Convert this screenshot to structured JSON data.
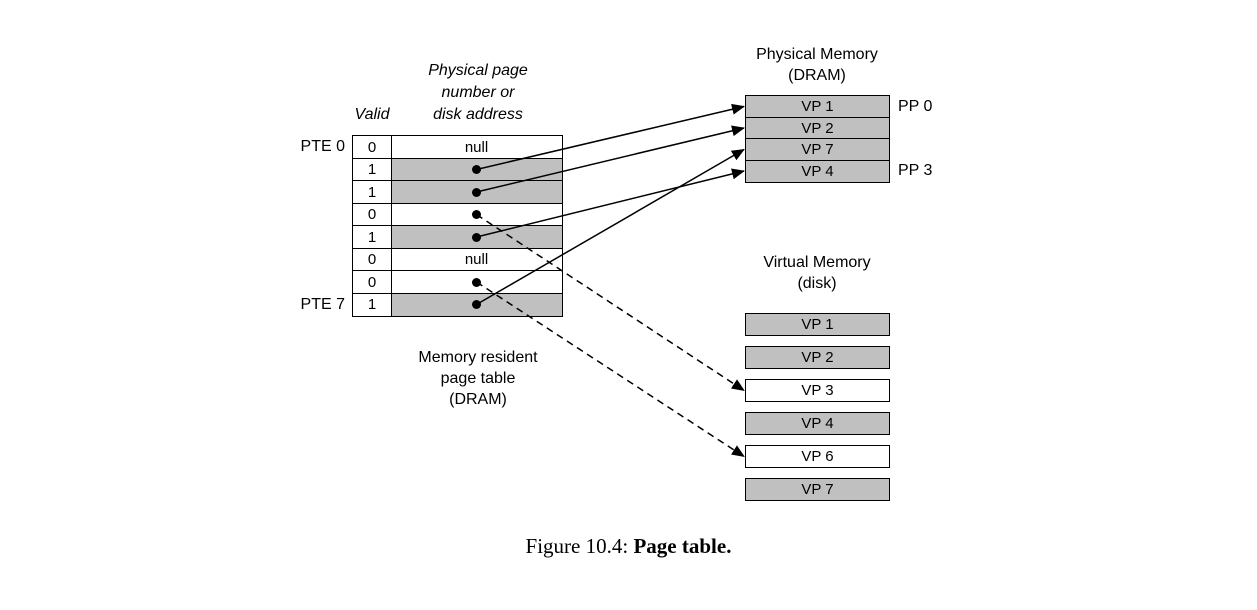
{
  "figure": {
    "caption_prefix": "Figure 10.4: ",
    "caption_title": "Page table."
  },
  "page_table": {
    "valid_header": "Valid",
    "column_header_lines": [
      "Physical page",
      "number or",
      "disk address"
    ],
    "caption_lines": [
      "Memory resident",
      "page table",
      "(DRAM)"
    ],
    "rows": [
      {
        "label": "PTE 0",
        "valid": "0",
        "content": "null",
        "shaded": false,
        "dot": false
      },
      {
        "label": "",
        "valid": "1",
        "content": "",
        "shaded": true,
        "dot": true
      },
      {
        "label": "",
        "valid": "1",
        "content": "",
        "shaded": true,
        "dot": true
      },
      {
        "label": "",
        "valid": "0",
        "content": "",
        "shaded": false,
        "dot": true
      },
      {
        "label": "",
        "valid": "1",
        "content": "",
        "shaded": true,
        "dot": true
      },
      {
        "label": "",
        "valid": "0",
        "content": "null",
        "shaded": false,
        "dot": false
      },
      {
        "label": "",
        "valid": "0",
        "content": "",
        "shaded": false,
        "dot": true
      },
      {
        "label": "PTE 7",
        "valid": "1",
        "content": "",
        "shaded": true,
        "dot": true
      }
    ]
  },
  "physical_memory": {
    "title": "Physical Memory",
    "subtitle": "(DRAM)",
    "rows": [
      {
        "label": "VP 1",
        "shaded": true,
        "side_label": "PP 0"
      },
      {
        "label": "VP 2",
        "shaded": true,
        "side_label": ""
      },
      {
        "label": "VP 7",
        "shaded": true,
        "side_label": ""
      },
      {
        "label": "VP 4",
        "shaded": true,
        "side_label": "PP 3"
      }
    ]
  },
  "virtual_memory": {
    "title": "Virtual Memory",
    "subtitle": "(disk)",
    "rows": [
      {
        "label": "VP 1",
        "shaded": true
      },
      {
        "label": "VP 2",
        "shaded": true
      },
      {
        "label": "VP 3",
        "shaded": false
      },
      {
        "label": "VP 4",
        "shaded": true
      },
      {
        "label": "VP 6",
        "shaded": false
      },
      {
        "label": "VP 7",
        "shaded": true
      }
    ]
  },
  "arrows": [
    {
      "from_pte": 1,
      "target": "physical",
      "target_index": 0,
      "style": "solid"
    },
    {
      "from_pte": 2,
      "target": "physical",
      "target_index": 1,
      "style": "solid"
    },
    {
      "from_pte": 4,
      "target": "physical",
      "target_index": 3,
      "style": "solid"
    },
    {
      "from_pte": 7,
      "target": "physical",
      "target_index": 2,
      "style": "solid"
    },
    {
      "from_pte": 3,
      "target": "virtual",
      "target_index": 2,
      "style": "dashed"
    },
    {
      "from_pte": 6,
      "target": "virtual",
      "target_index": 4,
      "style": "dashed"
    }
  ],
  "colors": {
    "shaded_fill": "#c0c0c0",
    "line": "#000000",
    "background": "#ffffff"
  }
}
